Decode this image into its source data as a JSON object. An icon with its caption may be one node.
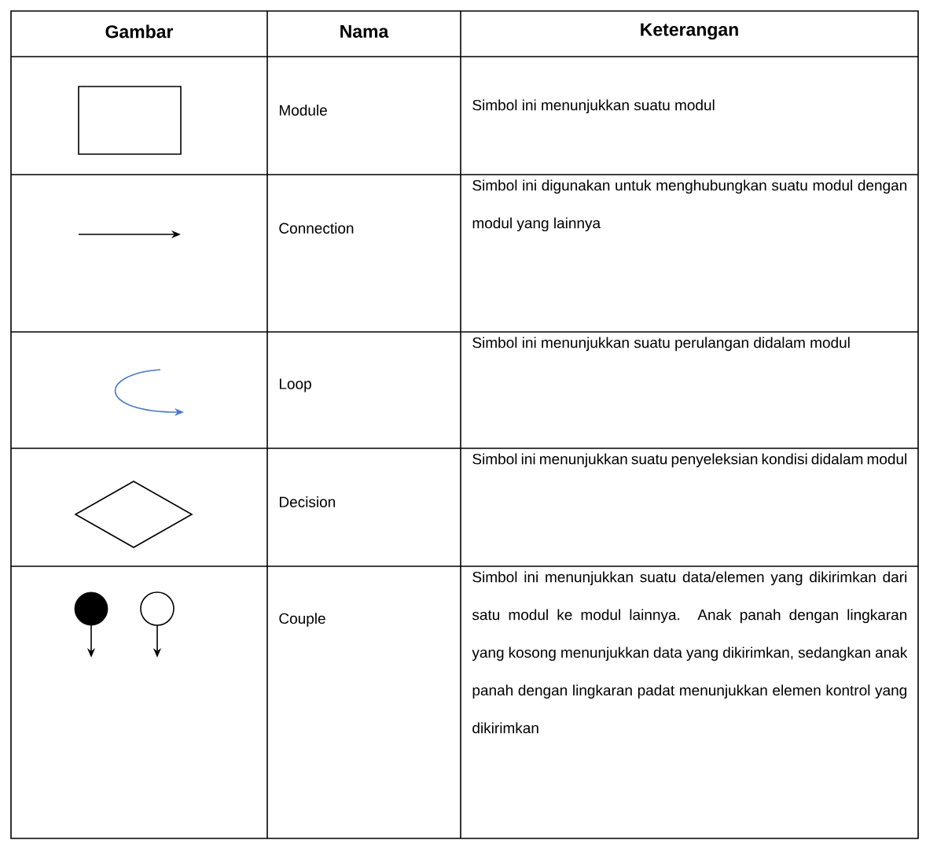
{
  "diagram": {
    "labels": [
      "Gambar",
      "Nama",
      "Keterangan",
      "Module",
      "Simbol ini menunjukkan suatu modul",
      "Connection",
      "Simbol ini digunakan untuk menghubungkan suatu modul dengan modul yang lainnya",
      "Loop",
      "Simbol ini menunjukkan suatu perulangan didalam modul",
      "Decision",
      "Simbol ini menunjukkan suatu penyeleksian kondisi didalam modul",
      "Couple",
      "Simbol ini menunjukkan suatu data/elemen yang dikirimkan dari satu modul ke modul lainnya. Anak panah dengan lingkaran yang kosong menunjukkan data yang dikirimkan, sedangkan anak panah dengan lingkaran padat menunjukkan elemen kontrol yang dikirimkan"
    ]
  }
}
